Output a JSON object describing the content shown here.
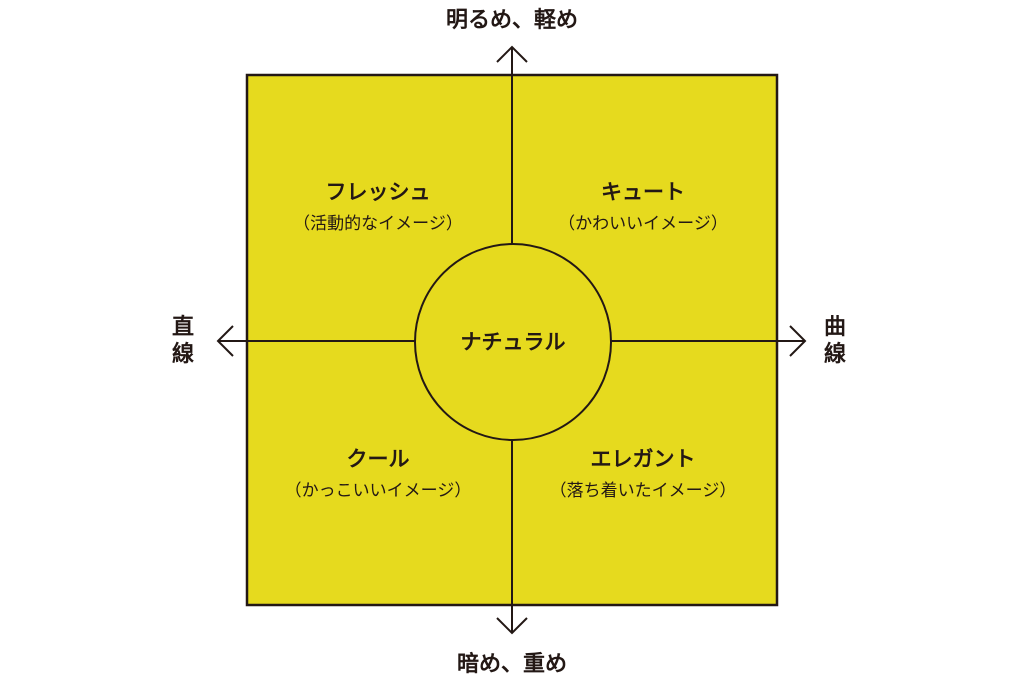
{
  "axes": {
    "top": "明るめ、軽め",
    "bottom": "暗め、重め",
    "left": [
      "直",
      "線"
    ],
    "right": [
      "曲",
      "線"
    ]
  },
  "center": {
    "label": "ナチュラル"
  },
  "quadrants": {
    "top_left": {
      "title": "フレッシュ",
      "subtitle": "（活動的なイメージ）"
    },
    "top_right": {
      "title": "キュート",
      "subtitle": "（かわいいイメージ）"
    },
    "bottom_left": {
      "title": "クール",
      "subtitle": "（かっこいいイメージ）"
    },
    "bottom_right": {
      "title": "エレガント",
      "subtitle": "（落ち着いたイメージ）"
    }
  },
  "colors": {
    "fill": "#E6DA1E",
    "stroke": "#231815",
    "background": "#FFFFFF"
  }
}
